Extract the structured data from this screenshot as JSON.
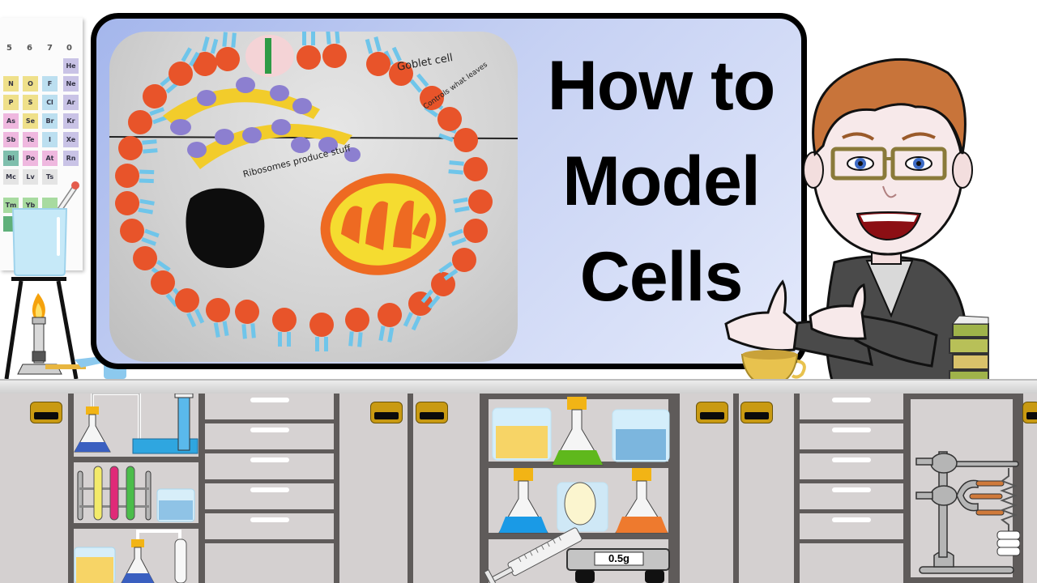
{
  "thumbnail": {
    "title_lines": [
      "How to",
      "Model",
      "Cells"
    ],
    "colors": {
      "board_border": "#000000",
      "board_bg": "#c6d1f3",
      "cabinet": "#d4d0d0",
      "cabinet_frame": "#5f5b5a",
      "handle": "#c99a12",
      "membrane_head": "#e8542a",
      "membrane_tail": "#6fc5ea",
      "er_yellow": "#f2cc2b",
      "ribosome_purple": "#8c7fd0",
      "mitochondria_outer": "#ee6a22",
      "mitochondria_inner": "#f5dc30",
      "nucleus": "#0d0d0d"
    }
  },
  "cell_model_photo": {
    "annotations": [
      "Goblet cell",
      "Controls what leaves",
      "Ribosomes produce stuff"
    ],
    "organelles": [
      "cell membrane",
      "rough endoplasmic reticulum",
      "ribosomes",
      "nucleus",
      "mitochondrion",
      "membrane channel"
    ]
  },
  "periodic_table": {
    "group_headers": [
      "5",
      "6",
      "7",
      "0"
    ],
    "rows": [
      [
        "",
        "",
        "",
        "He"
      ],
      [
        "N",
        "O",
        "F",
        "Ne"
      ],
      [
        "P",
        "S",
        "Cl",
        "Ar"
      ],
      [
        "As",
        "Se",
        "Br",
        "Kr"
      ],
      [
        "Sb",
        "Te",
        "I",
        "Xe"
      ],
      [
        "Bi",
        "Po",
        "At",
        "Rn"
      ],
      [
        "Mc",
        "Lv",
        "Ts",
        ""
      ],
      [
        "Tm",
        "Yb",
        "",
        ""
      ]
    ]
  },
  "lab": {
    "scale_reading": "0.5g",
    "items": [
      "bunsen burner",
      "tripod",
      "beaker",
      "thermometer",
      "conical flask",
      "test tubes",
      "gas collection trough",
      "measuring cylinder",
      "syringe",
      "egg in beaker",
      "electronic balance",
      "clamp stand",
      "spring with weights",
      "coffee cup",
      "books"
    ]
  },
  "presenter": {
    "description": "cartoon teacher with glasses pointing at board"
  }
}
